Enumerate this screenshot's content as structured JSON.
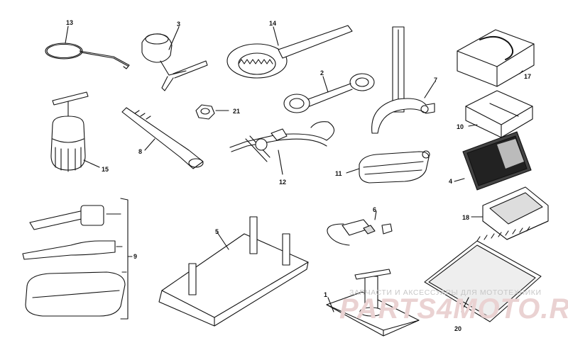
{
  "callouts": {
    "c1": "1",
    "c2": "2",
    "c3": "3",
    "c4": "4",
    "c5": "5",
    "c6": "6",
    "c7": "7",
    "c8": "8",
    "c9": "9",
    "c10": "10",
    "c11": "11",
    "c12": "12",
    "c13": "13",
    "c14": "14",
    "c15": "15",
    "c17": "17",
    "c18": "18",
    "c20": "20",
    "c21": "21"
  },
  "watermark": {
    "tagline": "ЗАПЧАСТИ И АКСЕССУАРЫ ДЛЯ МОТОТЕХНИКИ",
    "logo": "PARTS4MOTO.RU"
  },
  "colors": {
    "line": "#111111",
    "watermark_logo": "#ead2d2",
    "watermark_text": "#c7c7c7"
  }
}
